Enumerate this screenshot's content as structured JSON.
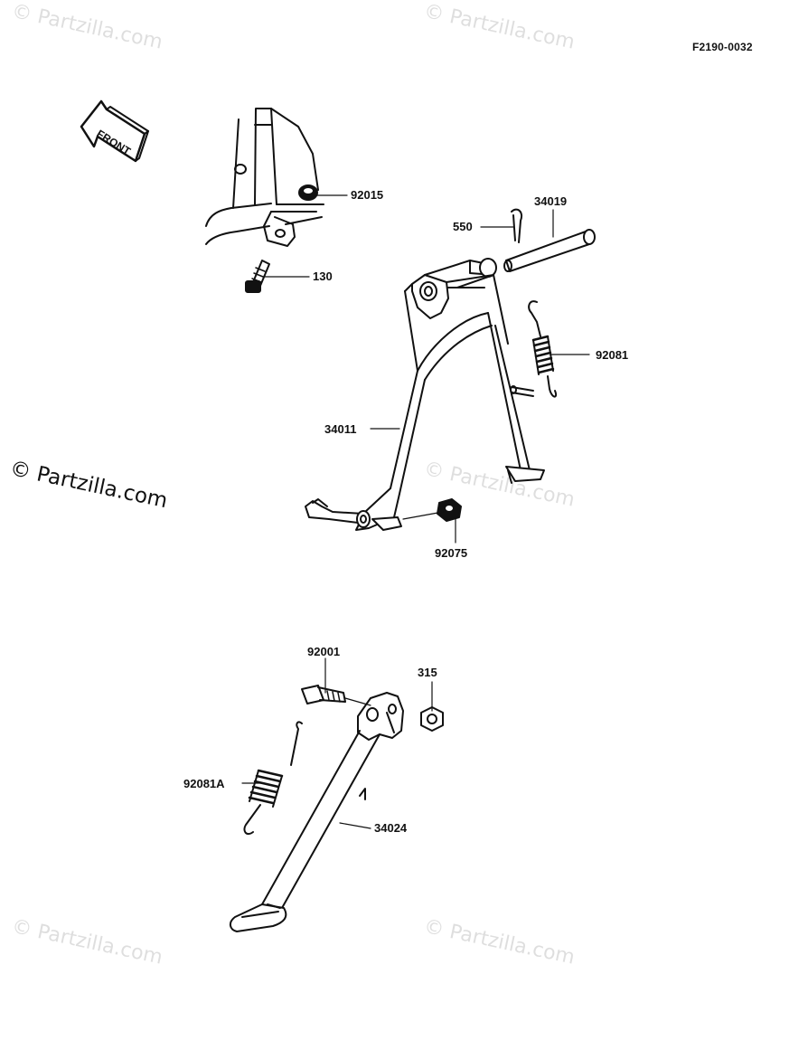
{
  "diagram_id": "F2190-0032",
  "front_arrow_label": "FRONT",
  "watermark_text": "© Partzilla.com",
  "part_numbers": {
    "p92015": "92015",
    "p130": "130",
    "p550": "550",
    "p34019": "34019",
    "p92081": "92081",
    "p34011": "34011",
    "p92075": "92075",
    "p92001": "92001",
    "p315": "315",
    "p92081A": "92081A",
    "p34024": "34024"
  },
  "colors": {
    "line": "#111111",
    "watermark": "#cfcfcf",
    "background": "#ffffff"
  }
}
